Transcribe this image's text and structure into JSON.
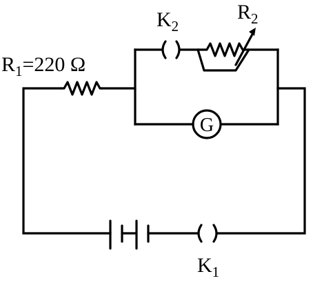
{
  "diagram": {
    "components": {
      "r1": {
        "label": "R",
        "sub": "1",
        "value": "=220 Ω"
      },
      "r2": {
        "label": "R",
        "sub": "2"
      },
      "k1": {
        "label": "K",
        "sub": "1"
      },
      "k2": {
        "label": "K",
        "sub": "2"
      },
      "galvanometer": {
        "label": "G"
      }
    },
    "cell": "battery"
  }
}
